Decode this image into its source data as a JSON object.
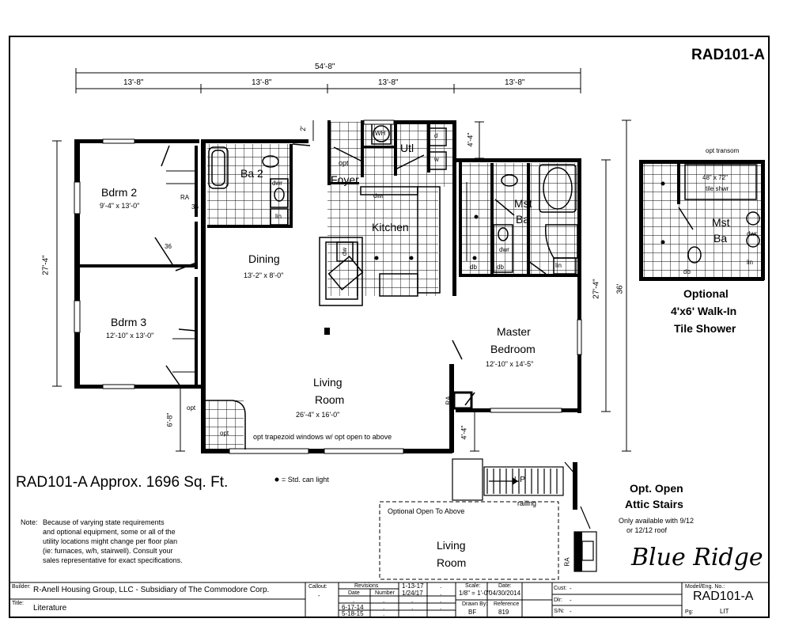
{
  "model_code": "RAD101-A",
  "dimensions": {
    "overall_width": "54'-8\"",
    "segments": [
      "13'-8\"",
      "13'-8\"",
      "13'-8\"",
      "13'-8\""
    ],
    "left_depth": "27'-4\"",
    "right_depth_inner": "27'-4\"",
    "right_depth_outer": "36'",
    "porch_offset": "2'",
    "util_offset": "4'-4\"",
    "entry_depth": "6'-8\"",
    "bump_depth": "4'-4\""
  },
  "rooms": {
    "bedroom2": {
      "name": "Bdrm 2",
      "size": "9'-4\" x 13'-0\""
    },
    "bedroom3": {
      "name": "Bdrm 3",
      "size": "12'-10\" x 13'-0\""
    },
    "bath2": {
      "name": "Ba 2"
    },
    "foyer": {
      "name": "Foyer",
      "prefix": "opt"
    },
    "utility": {
      "name": "Utl"
    },
    "kitchen": {
      "name": "Kitchen"
    },
    "dining": {
      "name": "Dining",
      "size": "13'-2\" x 8'-0\""
    },
    "living": {
      "name_line1": "Living",
      "name_line2": "Room",
      "size": "26'-4\" x 16'-0\""
    },
    "master_bath": {
      "name_line1": "Mst",
      "name_line2": "Ba"
    },
    "master_bedroom": {
      "name_line1": "Master",
      "name_line2": "Bedroom",
      "size": "12'-10\" x 14'-5\""
    }
  },
  "fixtures": {
    "wh": "WH",
    "dwr": "dwr",
    "lin": "lin",
    "ra": "RA",
    "d": "d",
    "w": "w",
    "db": "db",
    "dw": "dw",
    "opt": "opt",
    "door36": "36"
  },
  "notes": {
    "trapezoid": "opt trapezoid windows w/ opt open to above",
    "summary": "RAD101-A   Approx. 1696 Sq. Ft.",
    "legend": "= Std. can light",
    "note_label": "Note:",
    "note_lines": [
      "Because of varying state requirements",
      "and optional equipment, some or all of the",
      "utility locations might change per floor plan",
      "(ie: furnaces, w/h, stairwell).  Consult your",
      "sales representative for exact specifications."
    ]
  },
  "option_shower": {
    "transom": "opt transom",
    "shower": "48\" x 72\"",
    "shower2": "tile shwr",
    "name_line1": "Mst",
    "name_line2": "Ba",
    "caption": [
      "Optional",
      "4'x6' Walk-In",
      "Tile Shower"
    ]
  },
  "option_attic": {
    "up": "UP",
    "railing": "railing",
    "caption": [
      "Opt. Open",
      "Attic Stairs"
    ],
    "sub": [
      "Only available with 9/12",
      "or 12/12 roof"
    ]
  },
  "option_open": {
    "label": "Optional Open To Above",
    "name_line1": "Living",
    "name_line2": "Room"
  },
  "brand": "Blue Ridge",
  "title_block": {
    "builder_label": "Builder:",
    "builder": "R-Anell Housing Group, LLC - Subsidiary of The Commodore Corp.",
    "title_label": "Title:",
    "title": "Literature",
    "callout_label": "Callout:",
    "callout": "-",
    "revisions_label": "Revisions",
    "date_label": "Date",
    "number_label": "Number",
    "rev_rows": [
      {
        "date": ".",
        "number": "."
      },
      {
        "date": "6-17-14",
        "number": "."
      },
      {
        "date": "5-18-15",
        "number": "."
      }
    ],
    "rev_col3": [
      "1-13-17",
      "1/24/17",
      ".",
      "."
    ],
    "rev_col4": [
      ".",
      ".",
      ".",
      "."
    ],
    "scale_label": "Scale:",
    "scale": "1/8\" = 1'-0\"",
    "drawn_label": "Drawn By:",
    "drawn": "BF",
    "date2_label": "Date:",
    "date2": "04/30/2014",
    "ref_label": "Reference",
    "ref": "819",
    "cust_label": "Cust:",
    "cust": "-",
    "dlr_label": "Dlr:",
    "dlr": "-",
    "sn_label": "S/N:",
    "sn": "-",
    "model_label": "Model/Eng. No.:",
    "model": "RAD101-A",
    "pg_label": "Pg:",
    "pg": "LIT"
  },
  "colors": {
    "line": "#000000",
    "paper": "#ffffff",
    "tile": "#000000"
  }
}
